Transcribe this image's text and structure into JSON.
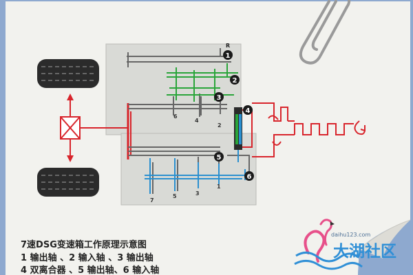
{
  "caption": {
    "title": "7速DSG变速箱工作原理示意图",
    "line1": "1 输出轴 、2 输入轴 、3 输出轴",
    "line2": "4 双离合器 、5 输出轴、6 输入轴"
  },
  "diagram": {
    "top_label": "R",
    "markers": [
      "1",
      "2",
      "3",
      "4",
      "5",
      "6"
    ],
    "gear_labels_upper": [
      "6",
      "4",
      "2"
    ],
    "gear_labels_lower": [
      "7",
      "5",
      "3",
      "1"
    ]
  },
  "watermark": {
    "url": "daihu123.com",
    "text": "大湖社区"
  },
  "colors": {
    "red": "#d8242b",
    "green": "#2aa53a",
    "blue": "#2a8fcf",
    "gray": "#666666",
    "paper": "#f2f2ee",
    "background": "#8ea9cf"
  }
}
